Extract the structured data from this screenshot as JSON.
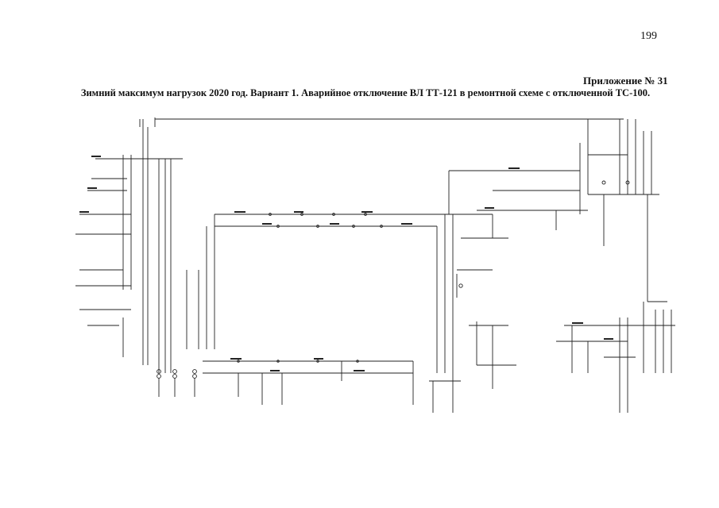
{
  "page": {
    "number": "199",
    "appendix": "Приложение № 31",
    "title": "Зимний максимум нагрузок 2020 год. Вариант 1. Аварийное отключение ВЛ ТТ-121 в ремонтной схеме с отключенной ТС-100."
  },
  "diagram": {
    "description_visible": false
  }
}
